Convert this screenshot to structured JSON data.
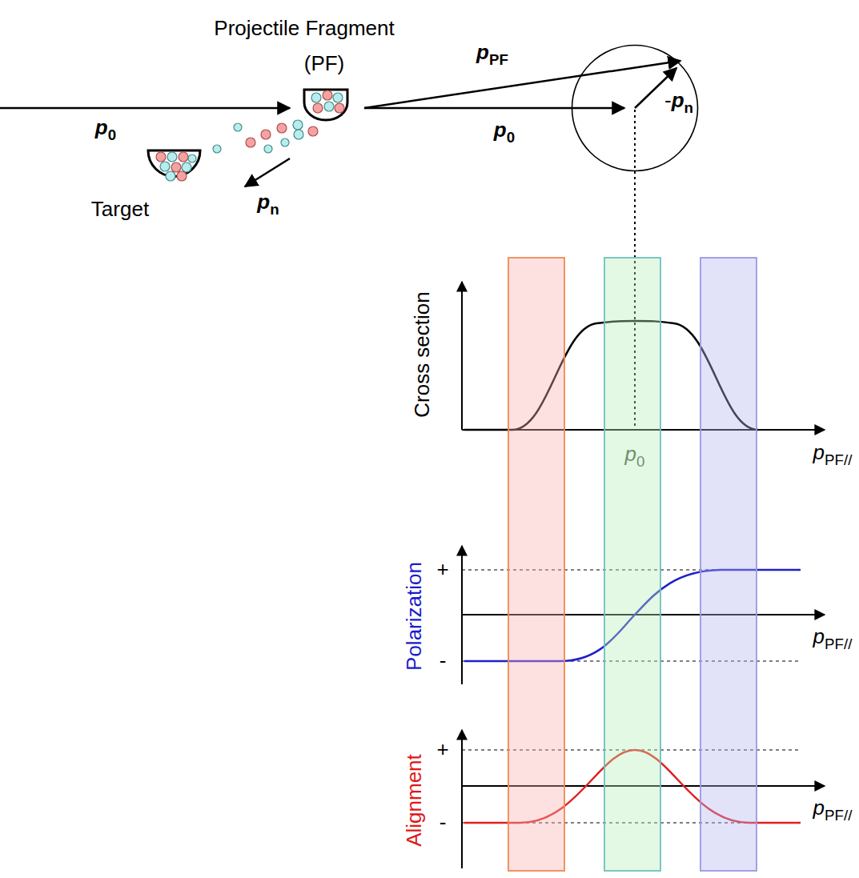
{
  "diagram": {
    "nodes": [
      {
        "text": [
          "-pn"
        ]
      }
    ],
    "labels": [
      "Projectile Fragment",
      "(PF)",
      "p0",
      "Target",
      "pn",
      "pPF",
      "p0",
      "Cross section",
      "p0",
      "pPF//",
      "Polarization",
      "+",
      "-",
      "pPF//",
      "Alignment",
      "+",
      "-",
      "pPF//"
    ]
  }
}
